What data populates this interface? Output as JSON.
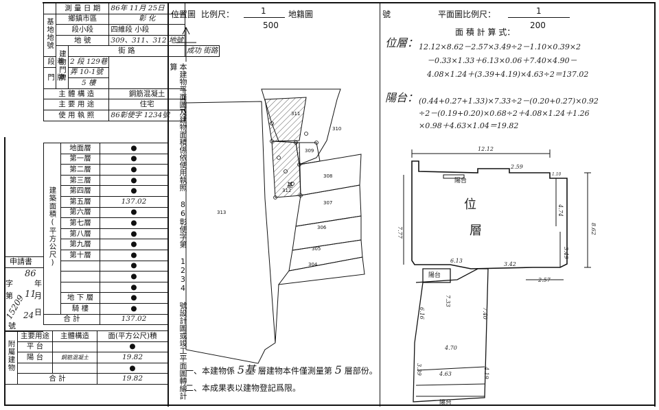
{
  "form": {
    "survey_date_label": "測 量 日 期",
    "survey_date_value": "86年 11月 25日",
    "base_label": "基地地號",
    "city_label": "鄉鎮市區",
    "city_value": "彰 化",
    "section_label": "段小段",
    "section_value": "四維段  小段",
    "lot_label": "地  號",
    "lot_value": "309、311、312 地號",
    "door_label": "建物門牌",
    "street_label": "街  路",
    "street_value": "成功 街路",
    "lane_label": "段  巷",
    "lane_value": "2 段 129巷",
    "alley_label": "門  牌",
    "alley_value": "弄 10-1號",
    "floor_value": "5 樓",
    "structure_label": "主 體 構 造",
    "structure_value": "鋼筋混凝土",
    "use_label": "主 要 用 途",
    "use_value": "住宅",
    "license_label": "使 用 執 照",
    "license_value": "86彰使字 1234號",
    "area_label": "建築面積(平方公尺)",
    "floors": [
      {
        "name": "地面層",
        "value": "●"
      },
      {
        "name": "第一層",
        "value": "●"
      },
      {
        "name": "第二層",
        "value": "●"
      },
      {
        "name": "第三層",
        "value": "●"
      },
      {
        "name": "第四層",
        "value": "●"
      },
      {
        "name": "第五層",
        "value": "137.02"
      },
      {
        "name": "第六層",
        "value": "●"
      },
      {
        "name": "第七層",
        "value": "●"
      },
      {
        "name": "第八層",
        "value": "●"
      },
      {
        "name": "第九層",
        "value": "●"
      },
      {
        "name": "第十層",
        "value": "●"
      },
      {
        "name": "",
        "value": "●"
      },
      {
        "name": "",
        "value": "●"
      },
      {
        "name": "",
        "value": "●"
      },
      {
        "name": "地 下 層",
        "value": "●"
      },
      {
        "name": "騎  樓",
        "value": "●"
      }
    ],
    "total_label": "合    計",
    "total_value": "137.02",
    "application_label": "申請書",
    "application_year": "86",
    "application_word": "字",
    "application_year_label": "年",
    "application_no": "15209",
    "application_month": "11",
    "application_month_label": "月",
    "application_day": "24",
    "application_day_label": "日",
    "application_no_label": "號",
    "application_first": "第",
    "annex_label": "附屬建物",
    "annex_use_label": "主要用途",
    "annex_struct_label": "主體構造",
    "annex_area_label": "面(平方公尺)積",
    "annex_rows": [
      {
        "name": "平  台",
        "struct": "",
        "value": "●"
      },
      {
        "name": "陽  台",
        "struct": "鋼筋混凝土",
        "value": "19.82"
      },
      {
        "name": "",
        "struct": "",
        "value": "●"
      }
    ],
    "annex_total_label": "合  計",
    "annex_total_value": "19.82"
  },
  "location_map": {
    "title": "位置圖",
    "scale_label": "比例尺：",
    "scale_num": "1",
    "scale_den": "500",
    "cadastral_label": "地籍圖",
    "lots": [
      "311",
      "310",
      "309",
      "308",
      "312",
      "307",
      "313",
      "306",
      "305",
      "304"
    ],
    "building_mark": "基"
  },
  "vertical_note": "本建物平面圖及建物面積係依使用執照 86彰使字第 1234 號設計圖或竣工平面圖轉繪計算",
  "plan": {
    "number_label": "號",
    "scale_label": "平面圖比例尺：",
    "scale_num": "1",
    "scale_den": "200",
    "calc_label": "面 積 計 算 式：",
    "calc_main_label": "位層：",
    "calc_main_lines": [
      "12.12×8.62－2.57×3.49÷2－1.10×0.39×2",
      "－0.33×1.33＋6.13×0.06＋7.40×4.90－",
      "4.08×1.24＋(3.39+4.19)×4.63÷2＝137.02"
    ],
    "calc_balcony_label": "陽台：",
    "calc_balcony_lines": [
      "(0.44+0.27+1.33)×7.33÷2－(0.20+0.27)×0.92",
      "÷2－(0.19+0.20)×0.68÷2＋4.08×1.24＋1.26",
      "×0.98＋4.63×1.04＝19.82"
    ],
    "dims": [
      "12.12",
      "8.62",
      "2.57",
      "3.49",
      "7.77",
      "4.74",
      "6.13",
      "3.42",
      "7.40",
      "4.70",
      "4.63",
      "2.59",
      "1.10",
      "7.33",
      "6.16",
      "4.19",
      "3.39"
    ],
    "floor_label_1": "位",
    "floor_label_2": "層",
    "balcony_label": "陽台"
  },
  "notes": {
    "note1_prefix": "一、本建物係",
    "note1_floors": "5基",
    "note1_mid": "層建物本件僅測量第",
    "note1_target": "5",
    "note1_suffix": "層部份。",
    "note2": "二、本成果表以建物登記爲限。"
  }
}
